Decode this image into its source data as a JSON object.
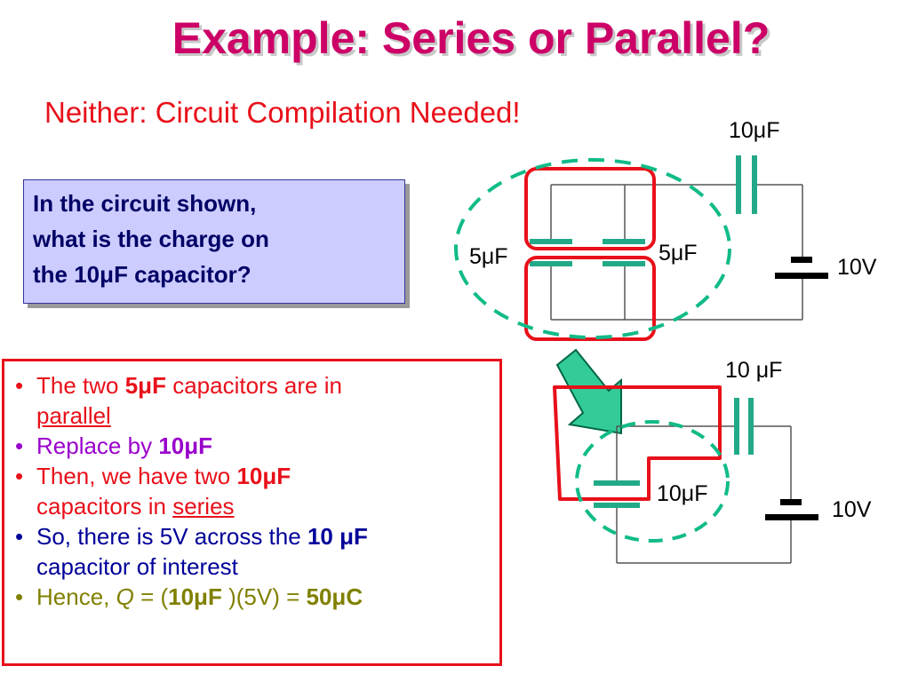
{
  "title": "Example: Series or Parallel?",
  "subtitle": "Neither: Circuit Compilation Needed!",
  "question": {
    "line1": "In the circuit shown,",
    "line2": "what is the charge on",
    "line3_pre": "the 10",
    "mu": "μ",
    "line3_post": "F capacitor?"
  },
  "answer": {
    "b1": {
      "pre": "The two ",
      "bold": "5μF",
      "post": " capacitors are in",
      "line2": "parallel"
    },
    "b2": {
      "pre": "Replace by ",
      "bold": "10μF"
    },
    "b3": {
      "pre": "Then, we have two ",
      "bold": "10μF",
      "line2_pre": "capacitors in ",
      "line2_link": "series"
    },
    "b4": {
      "pre": "So, there is 5V across the ",
      "bold": "10 μF",
      "line2": "capacitor of interest"
    },
    "b5": {
      "pre": "Hence, ",
      "q": "Q",
      "eq": " = (",
      "bold1": "10μF",
      "mid": " )(5V) = ",
      "bold2": "50μC"
    }
  },
  "diagram": {
    "top_cap_label": "10μF",
    "left_cap_label": "5μF",
    "right_cap_label": "5μF",
    "battery_label_top": "10V",
    "bottom_cap_label": "10 μF",
    "combined_cap_label": "10μF",
    "battery_label_bottom": "10V"
  },
  "colors": {
    "title": "#cc0066",
    "subtitle": "#e8101a",
    "highlight_box": "#e8101a",
    "dashed_ellipse": "#11bb88",
    "capacitor": "#22aa88",
    "arrow": "#33cc99"
  }
}
